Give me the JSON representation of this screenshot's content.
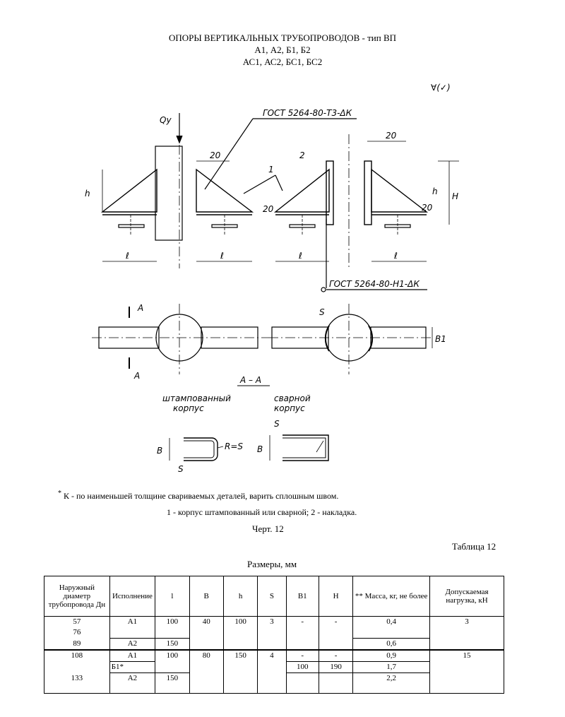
{
  "title": {
    "line1": "ОПОРЫ ВЕРТИКАЛЬНЫХ ТРУБОПРОВОДОВ - тип ВП",
    "line2": "А1, А2, Б1, Б2",
    "line3": "АС1, АС2, БС1, БС2"
  },
  "drawing": {
    "roughness": "∀(✓)",
    "qy": "Qy",
    "weld_top": "ГОСТ 5264-80-Т3-ΔК",
    "weld_bottom": "ГОСТ 5264-80-Н1-ΔК",
    "dim_20": "20",
    "dim_h": "h",
    "dim_H": "H",
    "dim_l": "ℓ",
    "callout_1": "1",
    "callout_2": "2",
    "section_A": "A",
    "section_AA": "A – A",
    "dim_S": "S",
    "dim_B": "B",
    "dim_B1": "B1",
    "dim_R": "R=S",
    "stamped_line1": "штампованный",
    "stamped_line2": "корпус",
    "welded_line1": "сварной",
    "welded_line2": "корпус"
  },
  "notes": {
    "weld_note": "К - по наименьшей толщине свариваемых деталей, варить сплошным швом.",
    "weld_note_mark": "*",
    "legend": "1 - корпус штампованный или сварной; 2 - накладка.",
    "fig": "Черт. 12",
    "table_no": "Таблица 12",
    "table_title": "Размеры, мм"
  },
  "table": {
    "headers": [
      "Наружный диаметр трубопровода Дн",
      "Исполнение",
      "l",
      "B",
      "h",
      "S",
      "B1",
      "H",
      "** Масса, кг, не более",
      "Допускаемая нагрузка, кН"
    ],
    "group1": {
      "diameters": [
        "57",
        "76",
        "89"
      ],
      "rows": [
        {
          "exec": "А1",
          "l": "100",
          "B": "40",
          "h": "100",
          "S": "3",
          "B1": "-",
          "H": "-",
          "mass": "0,4",
          "load": "3"
        },
        {
          "exec": "А2",
          "l": "150",
          "mass": "0,6"
        }
      ]
    },
    "group2": {
      "diameters": [
        "108",
        "133"
      ],
      "rows": [
        {
          "exec": "А1",
          "l": "100",
          "B": "80",
          "h": "150",
          "S": "4",
          "B1": "-",
          "H": "-",
          "mass": "0,9",
          "load": "15"
        },
        {
          "exec": "Б1*",
          "B1": "100",
          "H": "190",
          "mass": "1,7"
        },
        {
          "exec": "А2",
          "l": "150",
          "mass": "2,2"
        }
      ]
    }
  }
}
